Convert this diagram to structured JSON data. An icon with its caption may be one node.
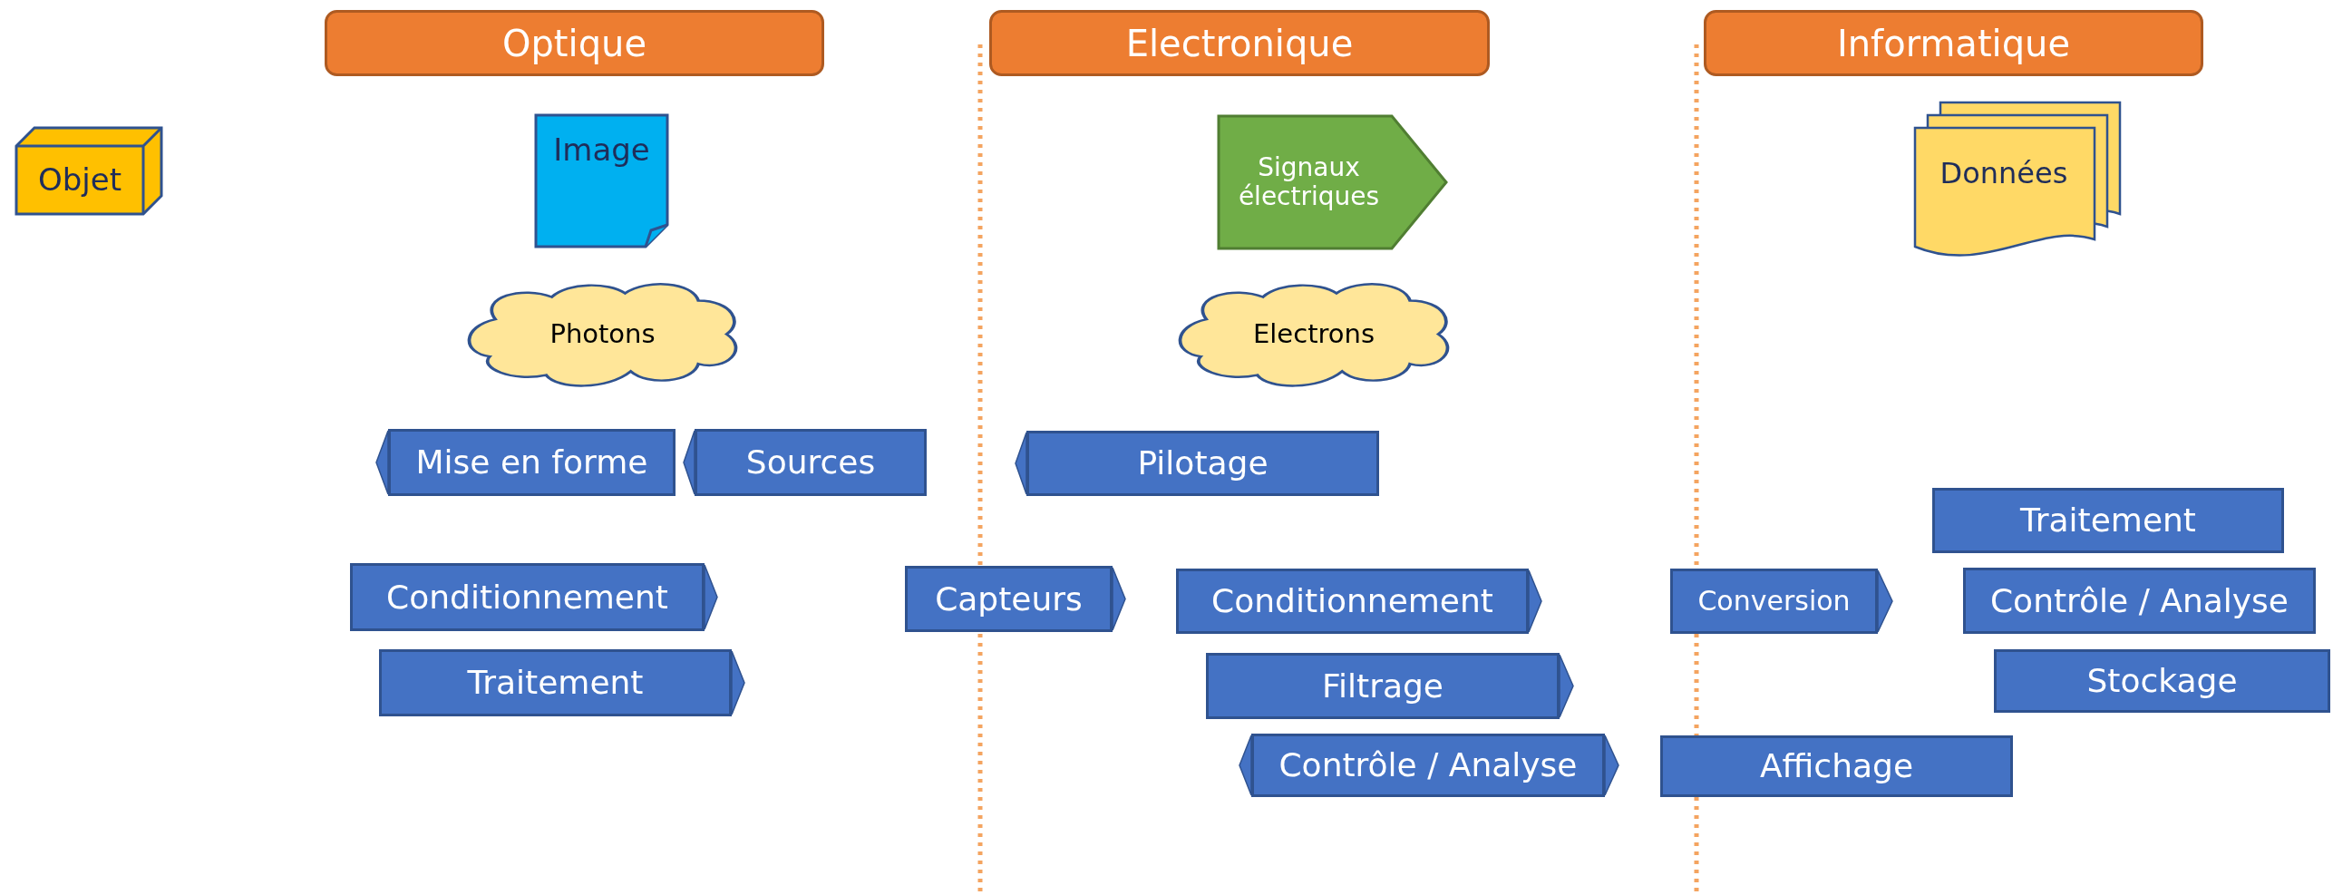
{
  "diagram": {
    "nodes": [
      {
        "text": [
          "Optique"
        ]
      },
      {
        "text": [
          "Electronique"
        ]
      },
      {
        "text": [
          "Informatique"
        ]
      },
      {
        "text": [
          "Objet"
        ]
      },
      {
        "text": [
          "Image"
        ]
      },
      {
        "text": [
          "Signaux électriques"
        ]
      },
      {
        "text": [
          "Données"
        ]
      },
      {
        "text": [
          "Photons"
        ]
      },
      {
        "text": [
          "Electrons"
        ]
      },
      {
        "text": [
          "Mise en forme"
        ]
      },
      {
        "text": [
          "Sources"
        ]
      },
      {
        "text": [
          "Pilotage"
        ]
      },
      {
        "text": [
          "Traitement"
        ]
      },
      {
        "text": [
          "Conditionnement"
        ]
      },
      {
        "text": [
          "Capteurs"
        ]
      },
      {
        "text": [
          "Conditionnement"
        ]
      },
      {
        "text": [
          "Conversion"
        ]
      },
      {
        "text": [
          "Contrôle / Analyse"
        ]
      },
      {
        "text": [
          "Traitement"
        ]
      },
      {
        "text": [
          "Filtrage"
        ]
      },
      {
        "text": [
          "Stockage"
        ]
      },
      {
        "text": [
          "Contrôle / Analyse"
        ]
      },
      {
        "text": [
          "Affichage"
        ]
      }
    ]
  }
}
